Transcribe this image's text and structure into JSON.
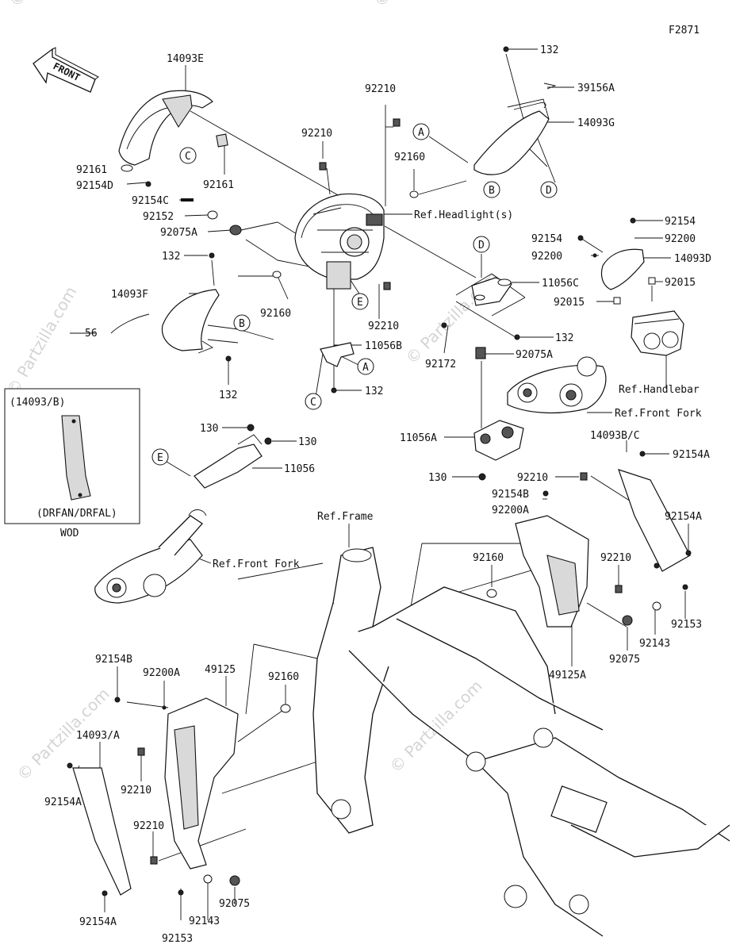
{
  "diagram_code": "F2871",
  "front_arrow_label": "FRONT",
  "watermark": "© Partzilla.com",
  "inset": {
    "title": "(14093/B)",
    "variants": "(DRFAN/DRFAL)",
    "footnote": "WOD"
  },
  "callouts": [
    "A",
    "B",
    "C",
    "D",
    "E"
  ],
  "part_labels": {
    "p14093E": "14093E",
    "p92161a": "92161",
    "p92154D": "92154D",
    "p92161b": "92161",
    "p92154C": "92154C",
    "p92152": "92152",
    "p92075A_1": "92075A",
    "p132_1": "132",
    "p14093F": "14093F",
    "p56": "56",
    "p92160_1": "92160",
    "p132_2": "132",
    "p92210_1": "92210",
    "p92210_2": "92210",
    "p92160_2": "92160",
    "p_ref_headlight": "Ref.Headlight(s)",
    "p92210_3": "92210",
    "p11056B": "11056B",
    "p132_3": "132",
    "p132_top": "132",
    "p39156A": "39156A",
    "p14093G": "14093G",
    "p92154_r": "92154",
    "p92154_l": "92154",
    "p92200_r": "92200",
    "p92200_l": "92200",
    "p14093D": "14093D",
    "p92015_r": "92015",
    "p92015_l": "92015",
    "p11056C": "11056C",
    "p132_4": "132",
    "p92172": "92172",
    "p92075A_2": "92075A",
    "p_ref_handlebar": "Ref.Handlebar",
    "p_ref_frontfork_1": "Ref.Front Fork",
    "p130_1": "130",
    "p130_2": "130",
    "p11056": "11056",
    "p11056A": "11056A",
    "p130_3": "130",
    "p14093BC": "14093B/C",
    "p92154A_1": "92154A",
    "p92210_4": "92210",
    "p92154B_1": "92154B",
    "p92200A_1": "92200A",
    "p_ref_frame": "Ref.Frame",
    "p_ref_frontfork_2": "Ref.Front Fork",
    "p92154A_2": "92154A",
    "p92160_3": "92160",
    "p92210_5": "92210",
    "p92153_1": "92153",
    "p92143_1": "92143",
    "p92075_1": "92075",
    "p49125A": "49125A",
    "p92154B_2": "92154B",
    "p92200A_2": "92200A",
    "p49125": "49125",
    "p92160_4": "92160",
    "p14093A": "14093/A",
    "p92210_6": "92210",
    "p92154A_3": "92154A",
    "p92210_7": "92210",
    "p92075_2": "92075",
    "p92143_2": "92143",
    "p92153_2": "92153",
    "p92154A_4": "92154A"
  }
}
